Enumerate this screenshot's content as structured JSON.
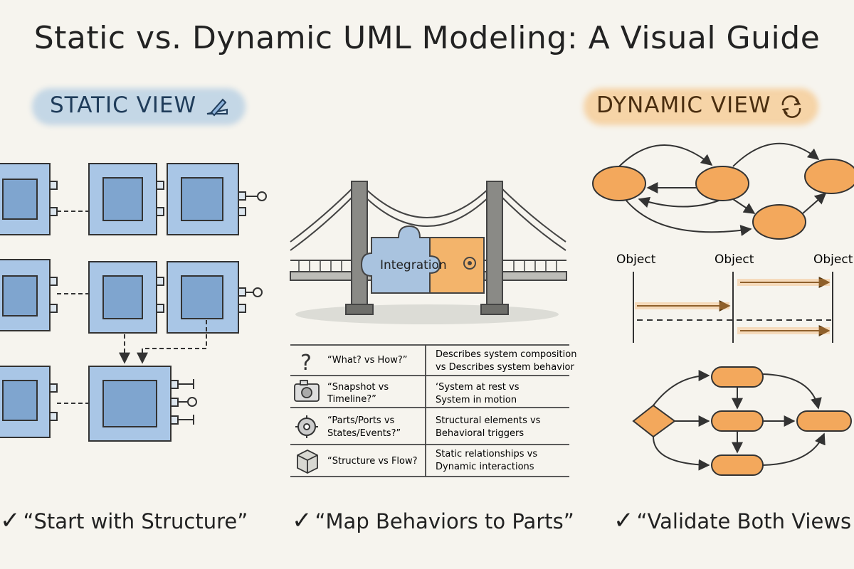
{
  "title": "Static vs. Dynamic UML Modeling: A Visual Guide",
  "static_view": {
    "label": "STATIC VIEW",
    "icon": "ruler-pencil-icon"
  },
  "dynamic_view": {
    "label": "DYNAMIC VIEW",
    "icon": "refresh-arrows-icon"
  },
  "bridge": {
    "label": "Integration",
    "icon": "gear-icon"
  },
  "comparison": [
    {
      "icon": "question-icon",
      "question": [
        "“What? vs How?”"
      ],
      "answer": [
        "Describes system composition",
        "vs Describes system behavior"
      ]
    },
    {
      "icon": "camera-icon",
      "question": [
        "“Snapshot vs",
        "Timeline?”"
      ],
      "answer": [
        "‘System at rest vs",
        "System in motion"
      ]
    },
    {
      "icon": "gear-icon",
      "question": [
        "“Parts/Ports vs",
        "States/Events?”"
      ],
      "answer": [
        "Structural elements vs",
        "Behavioral triggers"
      ]
    },
    {
      "icon": "cube-icon",
      "question": [
        "“Structure vs Flow?"
      ],
      "answer": [
        "Static relationships vs",
        "Dynamic interactions"
      ]
    }
  ],
  "sequence": {
    "objects": [
      "Object",
      "Object",
      "Object"
    ]
  },
  "captions": {
    "left": "“Start with Structure”",
    "middle": "“Map Behaviors to Parts”",
    "right": "“Validate Both Views"
  },
  "colors": {
    "static_blue": "#8fb4dc",
    "dynamic_orange": "#f3a85c",
    "ink": "#333333",
    "background": "#f6f4ee"
  }
}
